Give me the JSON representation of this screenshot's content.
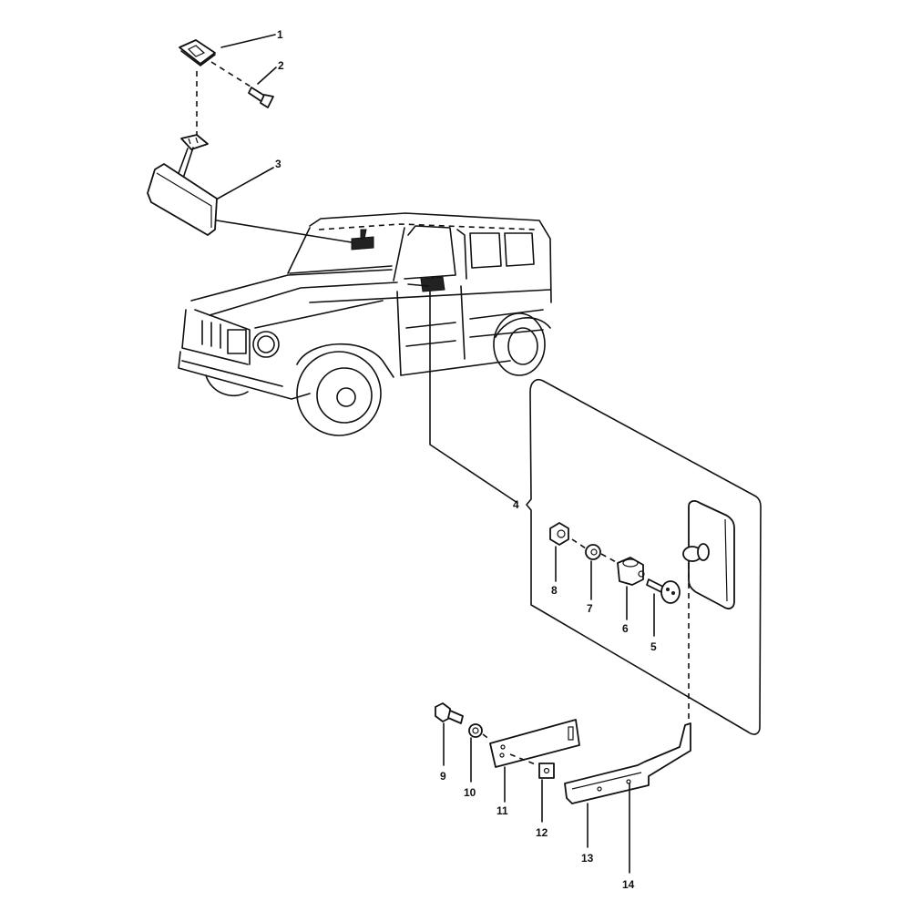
{
  "diagram": {
    "type": "exploded-parts-diagram",
    "subject": "Off-road vehicle rear-view mirrors (interior and exterior)",
    "callouts": [
      {
        "id": "1",
        "label": "1",
        "part": "mirror mounting base/pad"
      },
      {
        "id": "2",
        "label": "2",
        "part": "screw"
      },
      {
        "id": "3",
        "label": "3",
        "part": "interior rear-view mirror"
      },
      {
        "id": "4",
        "label": "4",
        "part": "exterior mirror assembly"
      },
      {
        "id": "5",
        "label": "5",
        "part": "screw"
      },
      {
        "id": "6",
        "label": "6",
        "part": "clamp"
      },
      {
        "id": "7",
        "label": "7",
        "part": "washer"
      },
      {
        "id": "8",
        "label": "8",
        "part": "nut"
      },
      {
        "id": "9",
        "label": "9",
        "part": "bolt"
      },
      {
        "id": "10",
        "label": "10",
        "part": "lock washer"
      },
      {
        "id": "11",
        "label": "11",
        "part": "bracket plate"
      },
      {
        "id": "12",
        "label": "12",
        "part": "square nut"
      },
      {
        "id": "13",
        "label": "13",
        "part": "mirror arm"
      },
      {
        "id": "14",
        "label": "14",
        "part": "hole/rivet"
      }
    ]
  }
}
